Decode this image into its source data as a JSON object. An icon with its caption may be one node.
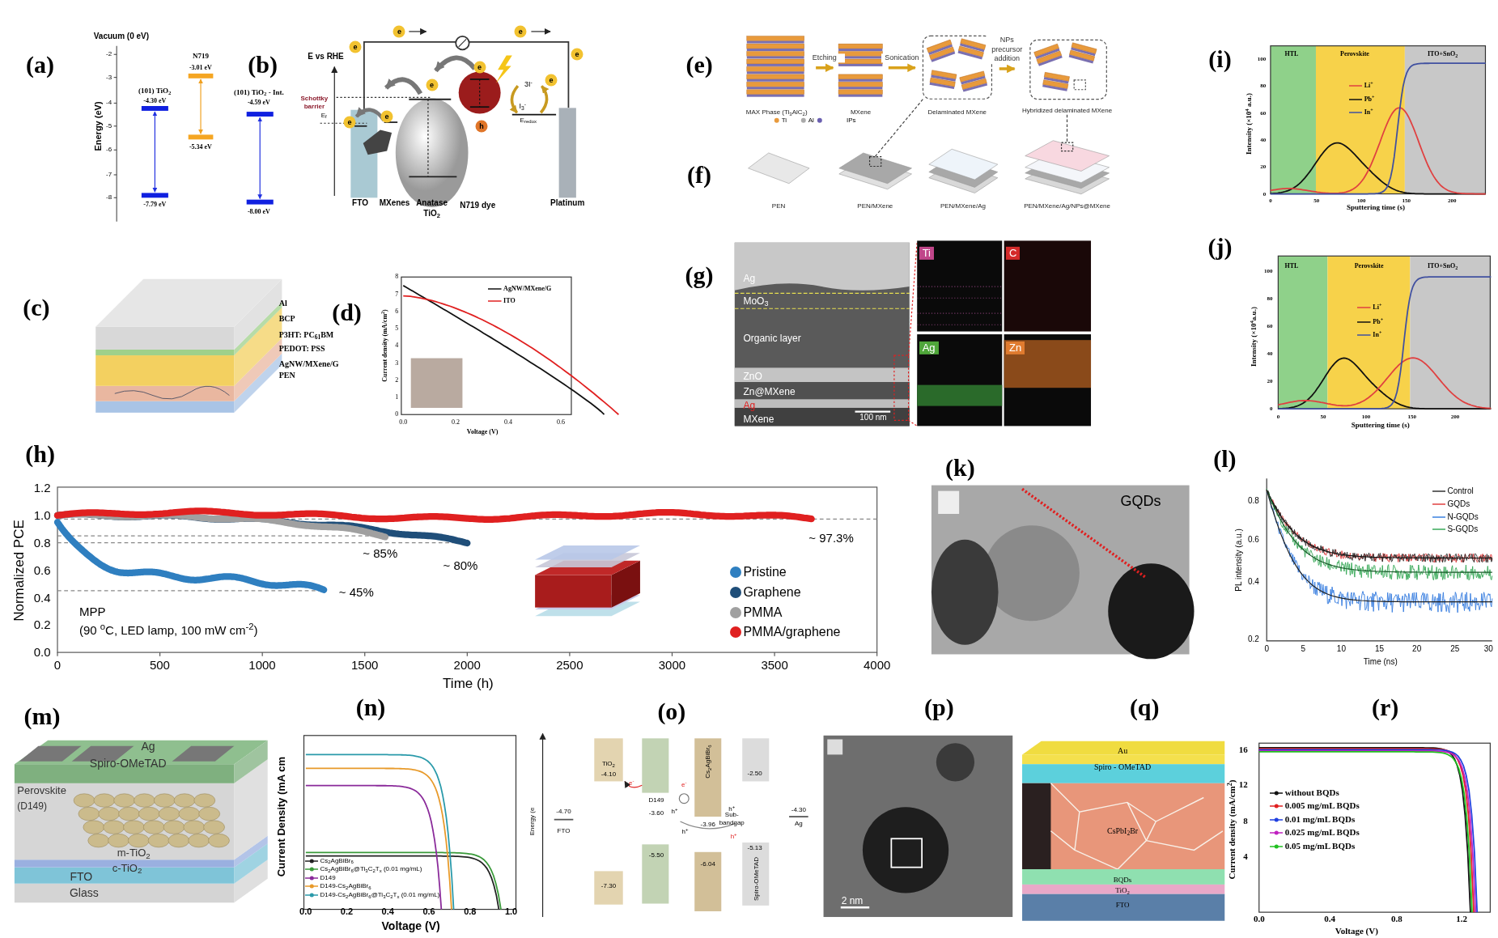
{
  "diagram": {
    "nodes": [
      {
        "text": [
          "MAX Phase (Ti$_{3}$AlC$_{2}$)"
        ],
        "beside": [
          "Ti",
          "Al"
        ]
      },
      {
        "text": [
          "MXene"
        ],
        "beside": [
          "IPs"
        ]
      },
      {
        "text": [
          "Delaminated MXene"
        ]
      },
      {
        "text": [
          "Hybridized delaminated MXene"
        ]
      },
      {
        "text": [
          "PEN"
        ]
      },
      {
        "text": [
          "PEN/MXene"
        ]
      },
      {
        "text": [
          "PEN/MXene/Ag"
        ]
      },
      {
        "text": [
          "PEN/MXene/Ag/NPs@MXene"
        ]
      }
    ],
    "edges": [
      {
        "from": 0,
        "to": 1,
        "arrow": "to",
        "label": "Etching"
      },
      {
        "from": 1,
        "to": 2,
        "arrow": "to",
        "label": "Sonication"
      },
      {
        "from": 2,
        "to": 3,
        "arrow": "to",
        "label": "NPs precursor addition"
      },
      {
        "from": 2,
        "to": 5,
        "arrow": "none",
        "style": "dashed",
        "color": "#404040"
      },
      {
        "from": 3,
        "to": 7,
        "arrow": "none",
        "style": "dashed",
        "color": "#404040"
      }
    ],
    "labels": [
      "(a)",
      "Vacuum (0 eV)",
      "-2",
      "-3",
      "-4",
      "-5",
      "-6",
      "-7",
      "-8",
      "Energy (eV)",
      "(101) TiO$_{2}$",
      "-4.30 eV",
      "-7.79 eV",
      "N719",
      "-3.01 eV",
      "-5.34 eV",
      "(101) TiO$_{2}$ - Int.",
      "-4.59 eV",
      "-8.00 eV",
      "(b)",
      "E vs RHE",
      "Schottky barrier",
      "E$_{f}$",
      "FTO",
      "MXenes",
      "Anatase TiO$_{2}$",
      "N719 dye",
      "Platinum",
      "3I$^{-}$",
      "I$_{3}$$^{-}$",
      "E$_{redox}$",
      "e",
      "e",
      "e",
      "e",
      "e",
      "e",
      "e",
      "e",
      "e",
      "h",
      "(c)",
      "Al",
      "BCP",
      "P3HT: PC$_{61}$BM",
      "PEDOT: PSS",
      "AgNW/MXene/G",
      "PEN",
      "(d)",
      "0",
      "1",
      "2",
      "3",
      "4",
      "5",
      "6",
      "7",
      "8",
      "0.0",
      "0.2",
      "0.4",
      "0.6",
      "Current density (mA/cm$^{2}$)",
      "Voltage (V)",
      "(e)",
      "(f)",
      "(g)",
      "Ag",
      "MoO$_{3}$",
      "Organic layer",
      "ZnO",
      "Zn@MXene",
      "Ag",
      "MXene",
      "100 nm",
      "Ti",
      "C",
      "Ag",
      "Zn",
      "(i)",
      "HTL",
      "Perovskite",
      "ITO+SnO$_{2}$",
      "0",
      "20",
      "40",
      "60",
      "80",
      "100",
      "0",
      "50",
      "100",
      "150",
      "200",
      "Sputtering time (s)",
      "Intensity (×10$^{4}$ a.u.)",
      "(j)",
      "HTL",
      "Perovskite",
      "ITO+SnO$_{2}$",
      "0",
      "20",
      "40",
      "60",
      "80",
      "100",
      "0",
      "50",
      "100",
      "150",
      "200",
      "Sputtering time (s)",
      "Intensity (×10$^{4}$a.u.)",
      "(h)",
      "0.0",
      "0.2",
      "0.4",
      "0.6",
      "0.8",
      "1.0",
      "1.2",
      "0",
      "500",
      "1000",
      "1500",
      "2000",
      "2500",
      "3000",
      "3500",
      "4000",
      "Normalized PCE",
      "Time (h)",
      "~ 97.3%",
      "~ 85%",
      "~ 80%",
      "~ 45%",
      "MPP",
      "(90 $^{o}$C, LED lamp, 100 mW cm$^{-2}$)",
      "(k)",
      "GQDs",
      "(l)",
      "0.8",
      "0.6",
      "0.4",
      "0.2",
      "0",
      "5",
      "10",
      "15",
      "20",
      "25",
      "30",
      "Time (ns)",
      "PL intensity (a.u.)",
      "(m)",
      "Ag",
      "Spiro-OMeTAD",
      "Perovskite",
      "(D149)",
      "m-TiO$_{2}$",
      "c-TiO$_{2}$",
      "FTO",
      "Glass",
      "(n)",
      "Current Density (mA cm",
      "0.0",
      "0.2",
      "0.4",
      "0.6",
      "0.8",
      "1.0",
      "Voltage (V)",
      "(o)",
      "Energy (e",
      "-4.70",
      "FTO",
      "TiO$_{2}$",
      "-4.10",
      "D149",
      "-3.60",
      "Cs$_{2}$AgBiBr$_{6}$",
      "-3.96",
      "-2.50",
      "e$^{-}$",
      "e$^{-}$",
      "Sub- bandgap",
      "h$^{+}$",
      "h$^{+}$",
      "h$^{+}$",
      "h$^{+}$",
      "-5.50",
      "-6.04",
      "-5.13",
      "Spiro-OMeTAD",
      "-7.30",
      "-4.30",
      "Ag",
      "(p)",
      "2 nm",
      "(q)",
      "Au",
      "Spiro - OMeTAD",
      "CsPbI$_{2}$Br",
      "BQDs",
      "TiO$_{2}$",
      "FTO",
      "(r)",
      "16",
      "12",
      "8",
      "4",
      "0.0",
      "0.4",
      "0.8",
      "1.2",
      "Voltage (V)",
      "Current density (mA/cm$^{2}$)"
    ],
    "legend": [
      {
        "text": "AgNW/MXene/G"
      },
      {
        "text": "ITO"
      },
      {
        "text": "Li$^{+}$"
      },
      {
        "text": "Pb$^{+}$"
      },
      {
        "text": "In$^{+}$"
      },
      {
        "text": "Li$^{+}$"
      },
      {
        "text": "Pb$^{+}$"
      },
      {
        "text": "In$^{+}$"
      },
      {
        "text": "Pristine",
        "color": "#2f7fc0"
      },
      {
        "text": "Graphene",
        "color": "#1f4e79"
      },
      {
        "text": "PMMA",
        "color": "#a0a0a0"
      },
      {
        "text": "PMMA/graphene",
        "color": "#e02020"
      },
      {
        "text": "Control"
      },
      {
        "text": "GQDs"
      },
      {
        "text": "N-GQDs"
      },
      {
        "text": "S-GQDs"
      },
      {
        "text": "Cs$_{2}$AgBiBr$_{6}$"
      },
      {
        "text": "Cs$_{2}$AgBiBr$_{6}$@Ti$_{3}$C$_{2}$T$_{x}$ (0.01 mg/mL)"
      },
      {
        "text": "D149"
      },
      {
        "text": "D149-Cs$_{2}$AgBiBr$_{6}$"
      },
      {
        "text": "D149-Cs$_{2}$AgBiBr$_{6}$@Ti$_{3}$C$_{2}$T$_{x}$ (0.01 mg/mL)"
      },
      {
        "text": "without BQDs"
      },
      {
        "text": "0.005 mg/mL BQDs"
      },
      {
        "text": "0.01 mg/mL BQDs"
      },
      {
        "text": "0.025 mg/mL BQDs"
      },
      {
        "text": "0.05 mg/mL BQDs"
      }
    ]
  }
}
